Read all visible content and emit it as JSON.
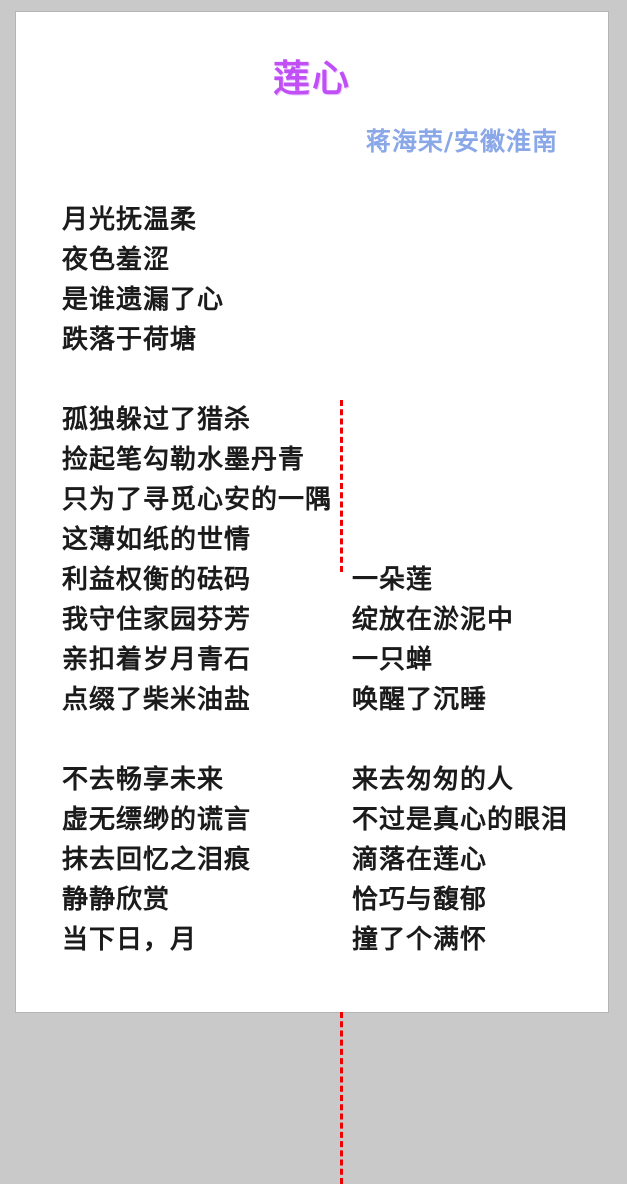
{
  "document": {
    "title": "莲心",
    "byline": "蒋海荣/安徽淮南",
    "stanza1": [
      "月光抚温柔",
      "夜色羞涩",
      "是谁遗漏了心",
      "跌落于荷塘"
    ],
    "stanza2_single": [
      "孤独躲过了猎杀",
      "捡起笔勾勒水墨丹青",
      "只为了寻觅心安的一隅"
    ],
    "stanza2_pairs": [
      {
        "left": "这薄如纸的世情",
        "right": ""
      },
      {
        "left": "利益权衡的砝码",
        "right": "一朵莲"
      },
      {
        "left": "我守住家园芬芳",
        "right": "绽放在淤泥中"
      },
      {
        "left": "亲扣着岁月青石",
        "right": "一只蝉"
      },
      {
        "left": "点缀了柴米油盐",
        "right": "唤醒了沉睡"
      }
    ],
    "stanza3_pairs": [
      {
        "left": "不去畅享未来",
        "right": "来去匆匆的人"
      },
      {
        "left": "虚无缥缈的谎言",
        "right": "不过是真心的眼泪"
      },
      {
        "left": "抹去回忆之泪痕",
        "right": "滴落在莲心"
      },
      {
        "left": "静静欣赏",
        "right": "恰巧与馥郁"
      },
      {
        "left": "当下日，月",
        "right": "撞了个满怀"
      }
    ],
    "colors": {
      "title": "#c050f5",
      "byline": "#8aa8e8",
      "divider": "#ee0000",
      "text": "#1b1b1b",
      "page_background": "#ffffff",
      "canvas_background": "#c9c9c9"
    }
  }
}
